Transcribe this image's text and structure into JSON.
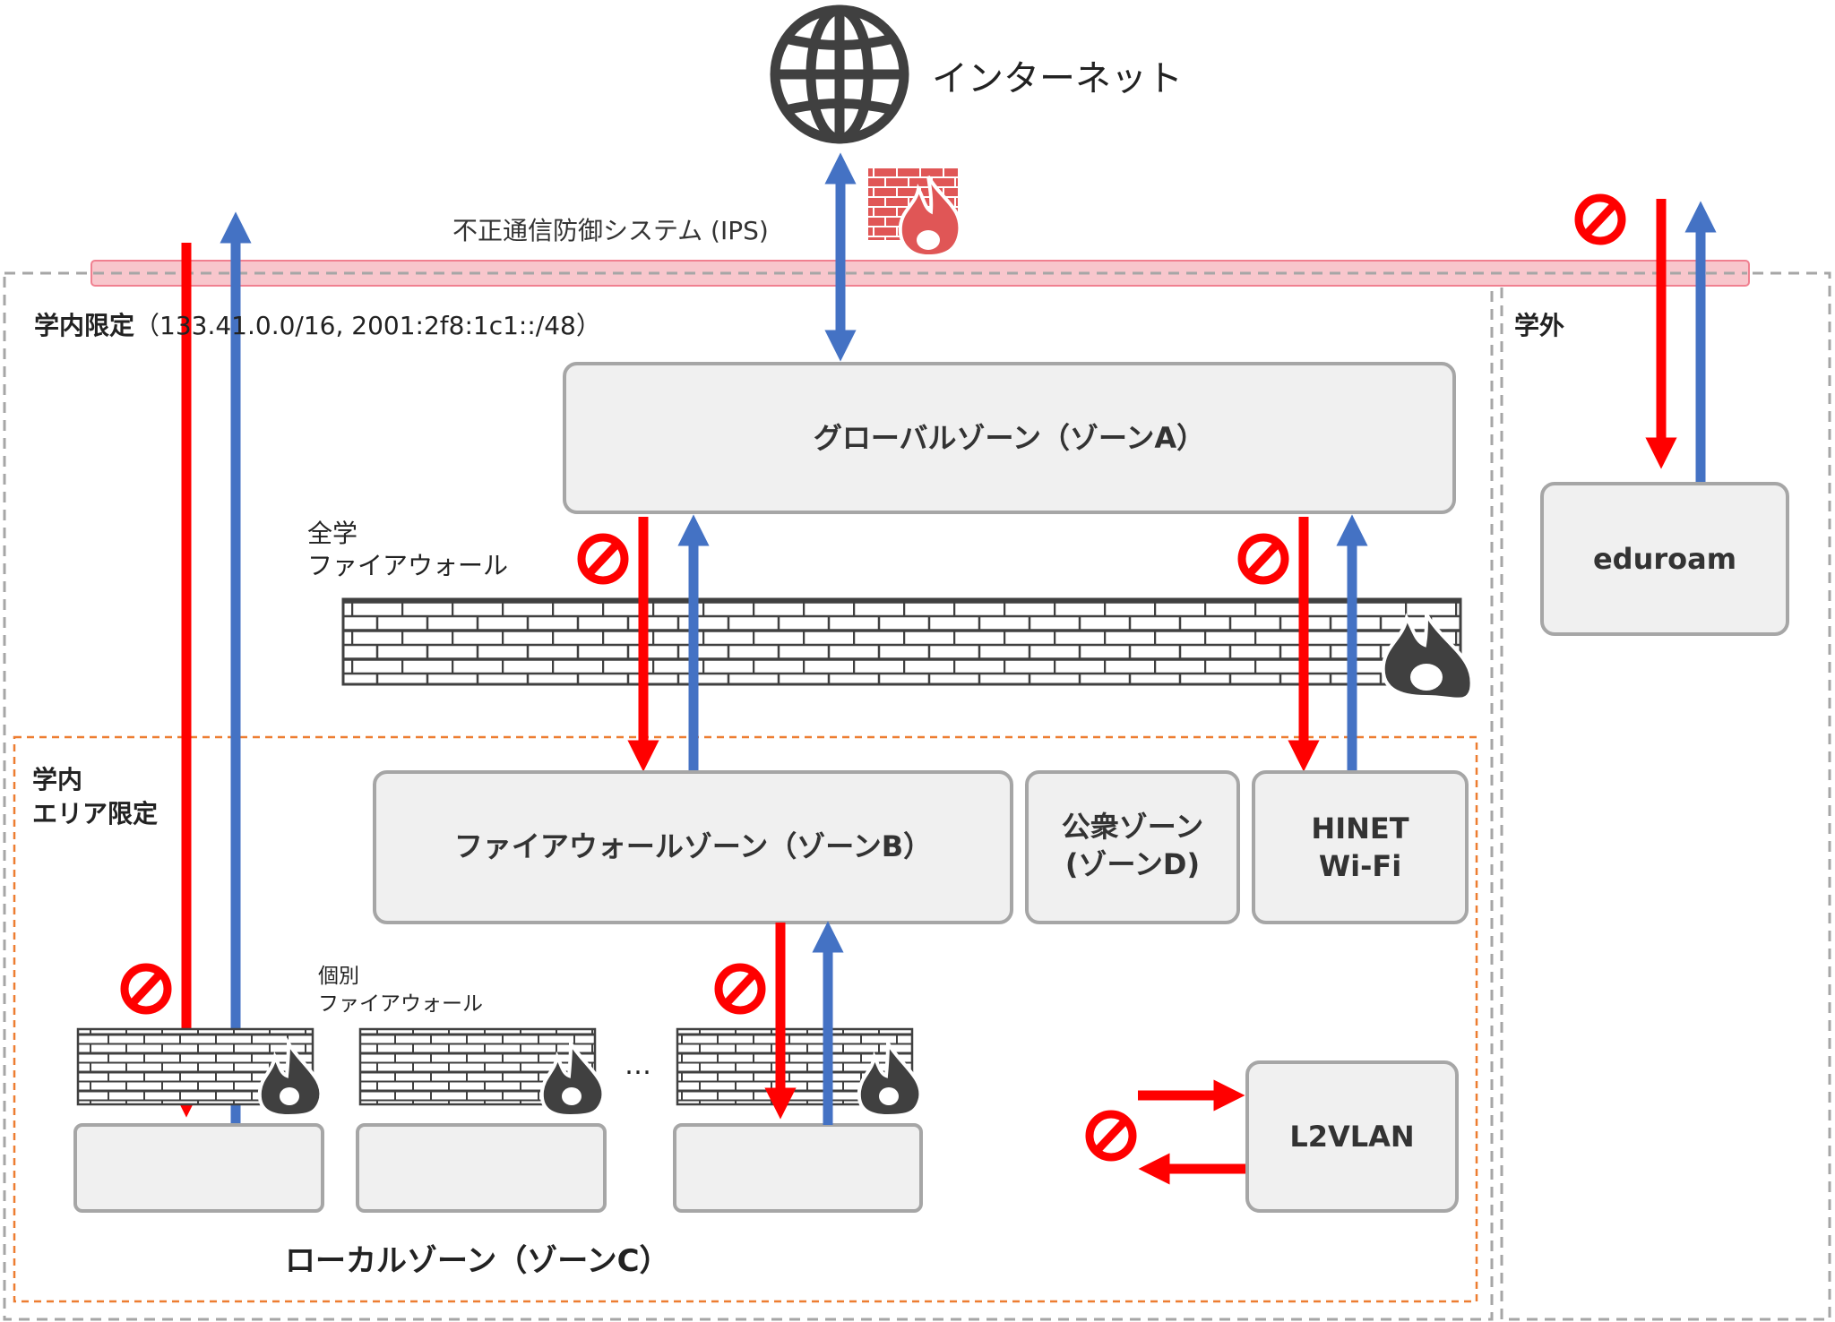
{
  "internet": {
    "label": "インターネット",
    "icon": "globe-icon"
  },
  "ips": {
    "label": "不正通信防御システム (IPS)",
    "icon": "firewall-icon"
  },
  "campus": {
    "title": "学内限定",
    "range": "（133.41.0.0/16, 2001:2f8:1c1::/48）"
  },
  "offcampus": {
    "title": "学外"
  },
  "campus_area": {
    "title_line1": "学内",
    "title_line2": "エリア限定"
  },
  "zones": {
    "a": "グローバルゾーン（ゾーンA）",
    "b": "ファイアウォールゾーン（ゾーンB）",
    "d_line1": "公衆ゾーン",
    "d_line2": "(ゾーンD)",
    "hinet_line1": "HINET",
    "hinet_line2": "Wi-Fi",
    "eduroam": "eduroam",
    "l2vlan": "L2VLAN",
    "c": "ローカルゾーン（ゾーンC）"
  },
  "campus_firewall": {
    "line1": "全学",
    "line2": "ファイアウォール"
  },
  "individual_firewall": {
    "line1": "個別",
    "line2": "ファイアウォール"
  },
  "ellipsis": "…",
  "colors": {
    "inbound_arrow": "#ff0000",
    "outbound_arrow": "#4472c4",
    "block_sign": "#ff0000",
    "box_fill": "#f0f0f0",
    "box_stroke": "#a6a6a6",
    "area_border": "#ed7d31",
    "ips_band": "#f8c6cc",
    "ips_firewall": "#e05656",
    "dark_icon": "#404040"
  }
}
